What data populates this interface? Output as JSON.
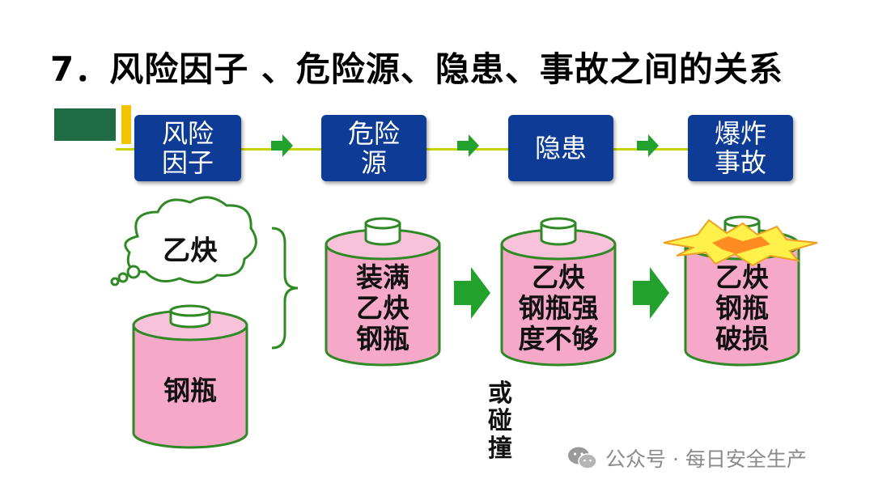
{
  "title": "7．风险因子 、危险源、隐患、事故之间的关系",
  "stages": [
    {
      "id": "risk-factor",
      "label": "风险\n因子"
    },
    {
      "id": "hazard-source",
      "label": "危险\n源"
    },
    {
      "id": "hidden-danger",
      "label": "隐患"
    },
    {
      "id": "explosion-accident",
      "label": "爆炸\n事故"
    }
  ],
  "cloud_text": "乙炔",
  "cylinders": [
    {
      "id": "steel-cylinder",
      "label": "钢瓶"
    },
    {
      "id": "full-acetylene-cylinder",
      "label": "装满\n乙炔\n钢瓶"
    },
    {
      "id": "weak-cylinder",
      "label": "乙炔\n钢瓶强\n度不够"
    },
    {
      "id": "damaged-cylinder",
      "label": "乙炔\n钢瓶\n破损"
    }
  ],
  "or_text": "或\n碰\n撞",
  "watermark": "公众号 · 每日安全生产",
  "icons": [
    "wechat-icon",
    "explosion-icon",
    "arrow-icon",
    "cloud-icon",
    "brace-icon"
  ],
  "colors": {
    "stage_box": "#0d3b96",
    "cylinder_fill": "#f5a8c8",
    "cylinder_outline": "#2f8a25",
    "arrow": "#22a22c",
    "explosion": "#fff14a"
  }
}
